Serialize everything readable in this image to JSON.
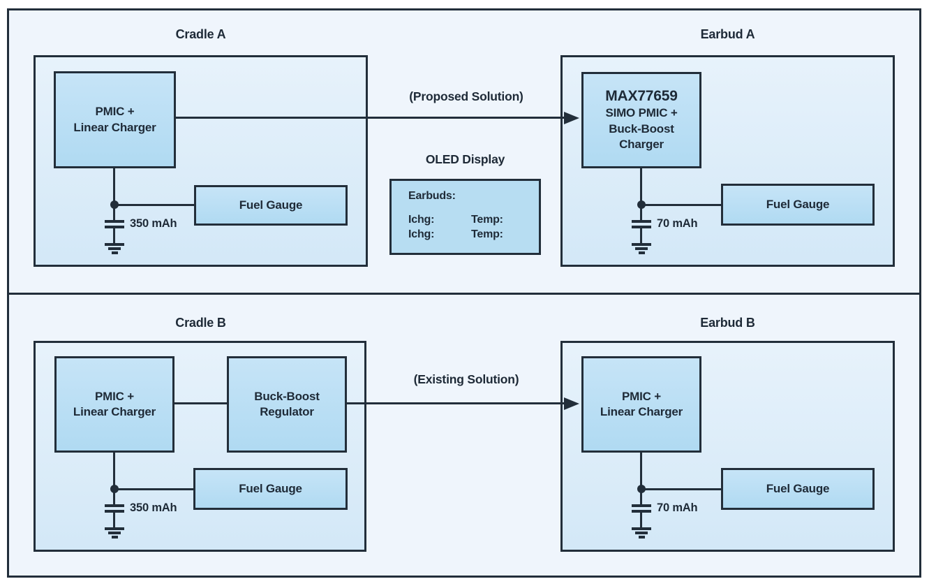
{
  "accents": {
    "line_color": "#222e3a",
    "canvas_bg": "#eff5fc",
    "panel_fill": "#dcecf9",
    "block_fill": "#bbdef4",
    "text_color": "#1e2a37"
  },
  "top_section": {
    "arrow_label": "(Proposed Solution)",
    "cradle": {
      "title": "Cradle A",
      "pmic_block": {
        "line1": "PMIC +",
        "line2": "Linear Charger"
      },
      "fuel_gauge_label": "Fuel Gauge",
      "battery_label": "350 mAh"
    },
    "oled": {
      "title": "OLED Display",
      "header": "Earbuds:",
      "rows": [
        {
          "left": "Ichg:",
          "right": "Temp:"
        },
        {
          "left": "Ichg:",
          "right": "Temp:"
        }
      ]
    },
    "earbud": {
      "title": "Earbud A",
      "main_block": {
        "line1": "MAX77659",
        "line2": "SIMO PMIC +",
        "line3": "Buck-Boost",
        "line4": "Charger"
      },
      "fuel_gauge_label": "Fuel Gauge",
      "battery_label": "70 mAh"
    }
  },
  "bottom_section": {
    "arrow_label": "(Existing Solution)",
    "cradle": {
      "title": "Cradle B",
      "pmic_block": {
        "line1": "PMIC +",
        "line2": "Linear Charger"
      },
      "regulator_block": {
        "line1": "Buck-Boost",
        "line2": "Regulator"
      },
      "fuel_gauge_label": "Fuel Gauge",
      "battery_label": "350 mAh"
    },
    "earbud": {
      "title": "Earbud B",
      "main_block": {
        "line1": "PMIC +",
        "line2": "Linear Charger"
      },
      "fuel_gauge_label": "Fuel Gauge",
      "battery_label": "70 mAh"
    }
  }
}
